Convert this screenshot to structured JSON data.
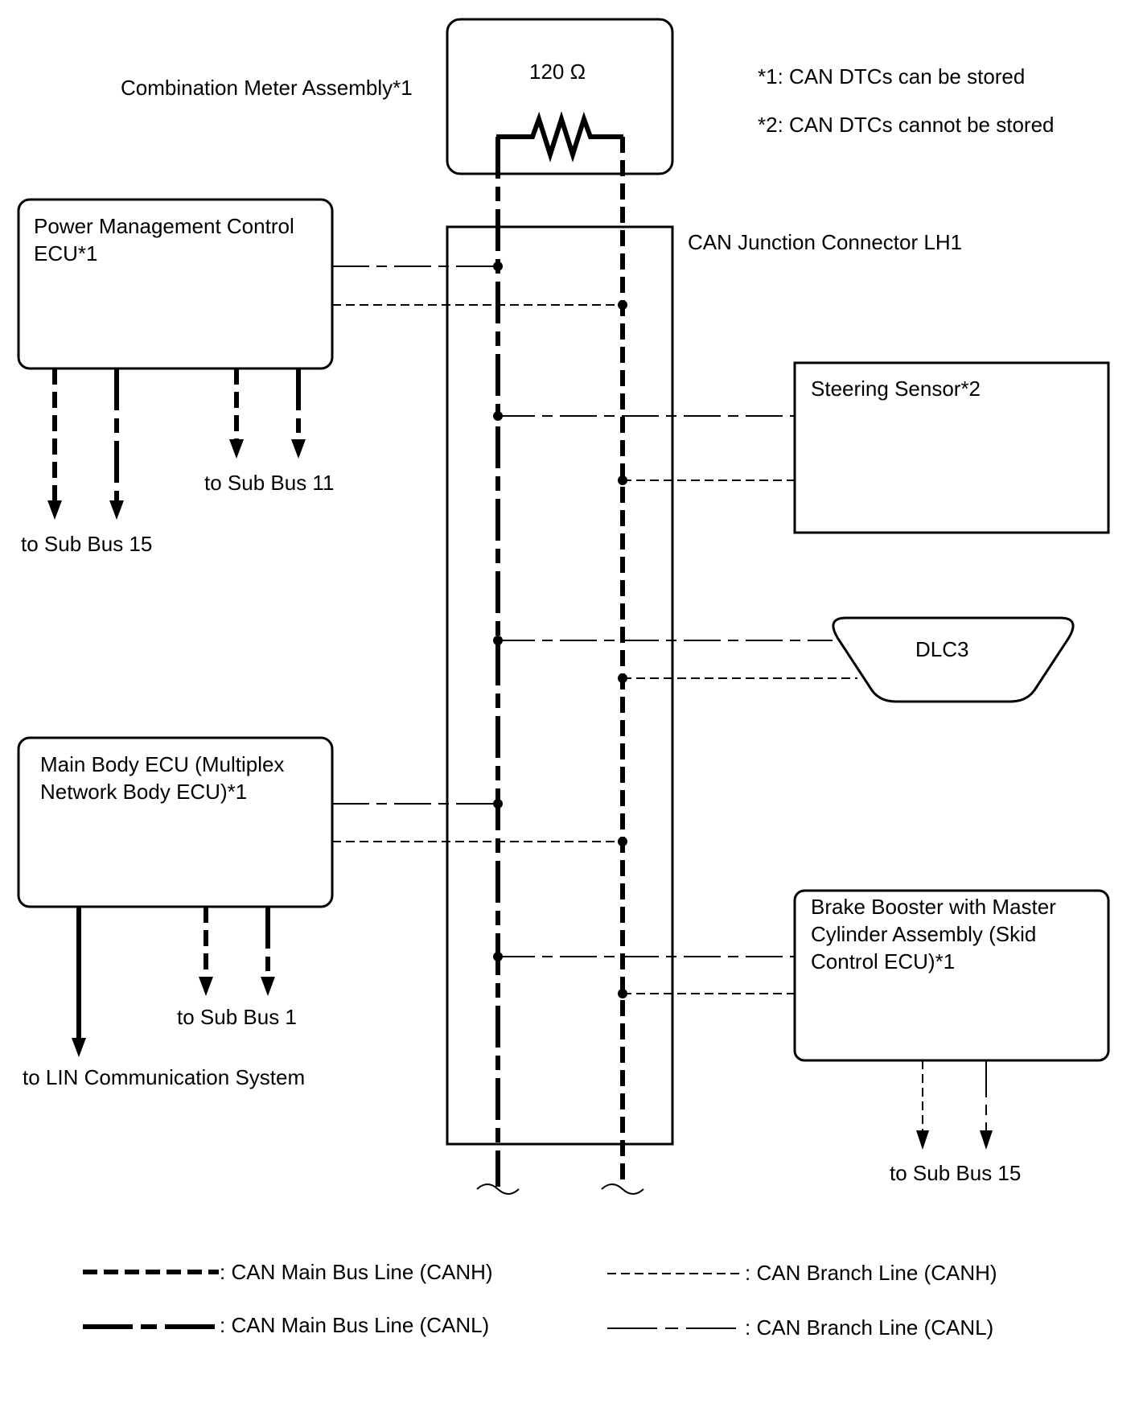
{
  "notes": {
    "note1": "*1: CAN DTCs can be stored",
    "note2": "*2: CAN DTCs cannot be stored"
  },
  "combination_meter": {
    "label": "Combination Meter Assembly*1",
    "resistor": "120 Ω"
  },
  "junction": {
    "label": "CAN Junction Connector LH1"
  },
  "power_mgmt": {
    "line1": "Power Management Control",
    "line2": "ECU*1",
    "sub_bus_15": "to Sub Bus 15",
    "sub_bus_11": "to Sub Bus 11"
  },
  "steering": {
    "label": "Steering Sensor*2"
  },
  "dlc3": {
    "label": "DLC3"
  },
  "main_body": {
    "line1": "Main Body ECU (Multiplex",
    "line2": "Network Body ECU)*1",
    "sub_bus_1": "to Sub Bus 1",
    "lin": "to LIN Communication System"
  },
  "brake": {
    "line1": "Brake Booster with Master",
    "line2": "Cylinder Assembly (Skid",
    "line3": "Control ECU)*1",
    "sub_bus_15": "to Sub Bus 15"
  },
  "legend": {
    "main_canh": ": CAN Main Bus Line (CANH)",
    "main_canl": ": CAN Main Bus Line (CANL)",
    "branch_canh": ": CAN Branch Line (CANH)",
    "branch_canl": ": CAN Branch Line (CANL)"
  }
}
